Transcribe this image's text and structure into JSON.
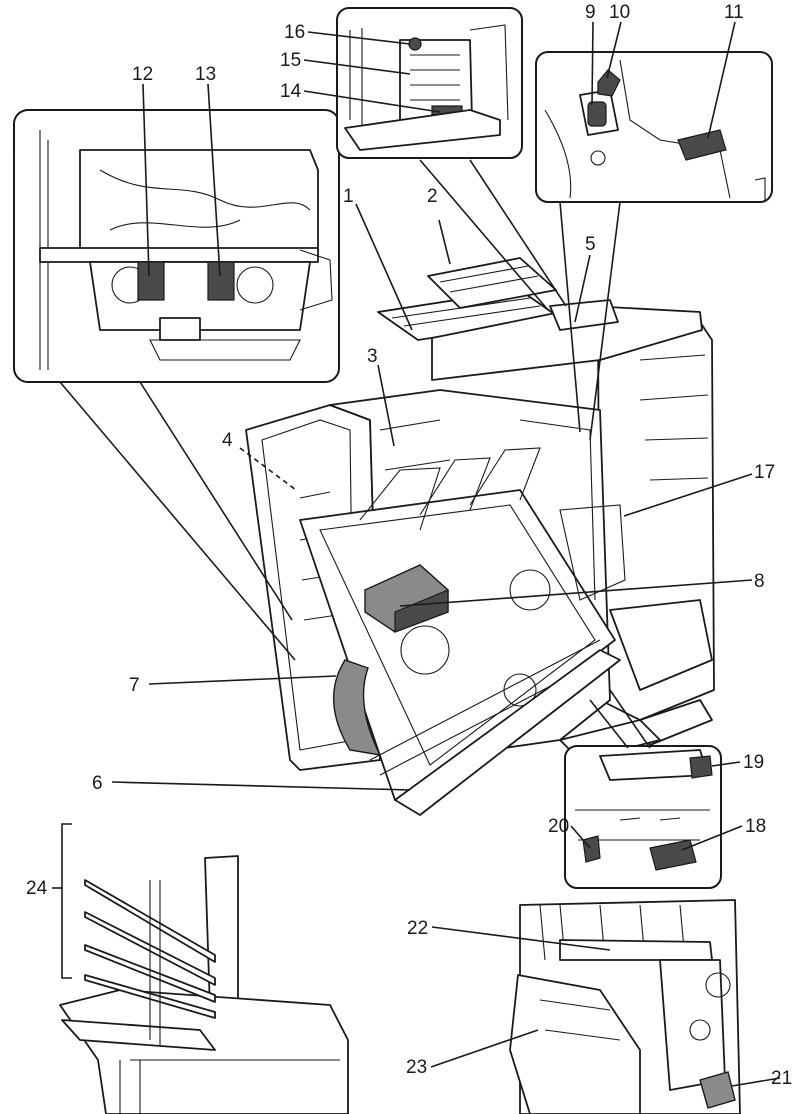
{
  "callouts": {
    "c1": "1",
    "c2": "2",
    "c3": "3",
    "c4": "4",
    "c5": "5",
    "c6": "6",
    "c7": "7",
    "c8": "8",
    "c9": "9",
    "c10": "10",
    "c11": "11",
    "c12": "12",
    "c13": "13",
    "c14": "14",
    "c15": "15",
    "c16": "16",
    "c17": "17",
    "c18": "18",
    "c19": "19",
    "c20": "20",
    "c21": "21",
    "c22": "22",
    "c23": "23",
    "c24": "24"
  }
}
